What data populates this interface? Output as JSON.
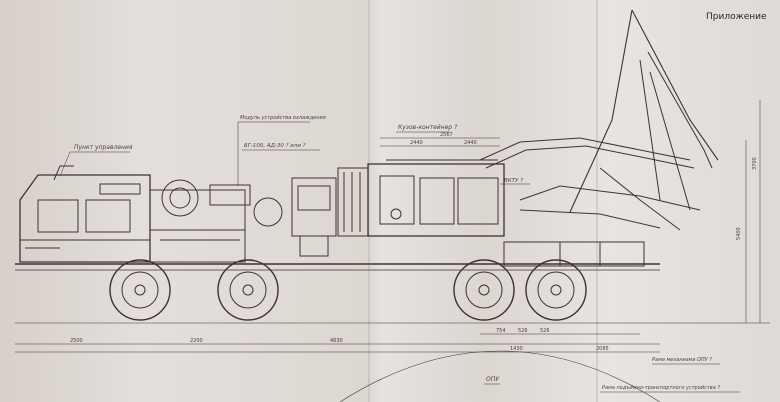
{
  "sheet": {
    "title": "Приложение"
  },
  "callouts": [
    {
      "id": "cab",
      "text": "Пункт управления"
    },
    {
      "id": "power",
      "text": "Модуль устройства охлаждения"
    },
    {
      "id": "body",
      "text": "Кузов-контейнер ?"
    },
    {
      "id": "gen",
      "text": "БГ-100, АД-30 ? или ?"
    },
    {
      "id": "vktu",
      "text": "ВКТУ ?"
    },
    {
      "id": "opu",
      "text": "ОПУ"
    },
    {
      "id": "frame1",
      "text": "Рама механизма ОПУ ?"
    },
    {
      "id": "frame2",
      "text": "Рама подъёмно-транспортного устройства ?"
    }
  ],
  "dimensions": {
    "bottom": [
      "2500",
      "2200",
      "4830",
      "754",
      "526",
      "526",
      "1430",
      "2085"
    ],
    "top": [
      "2567",
      "2440",
      "2440"
    ],
    "right": [
      "5400",
      "3700"
    ]
  }
}
